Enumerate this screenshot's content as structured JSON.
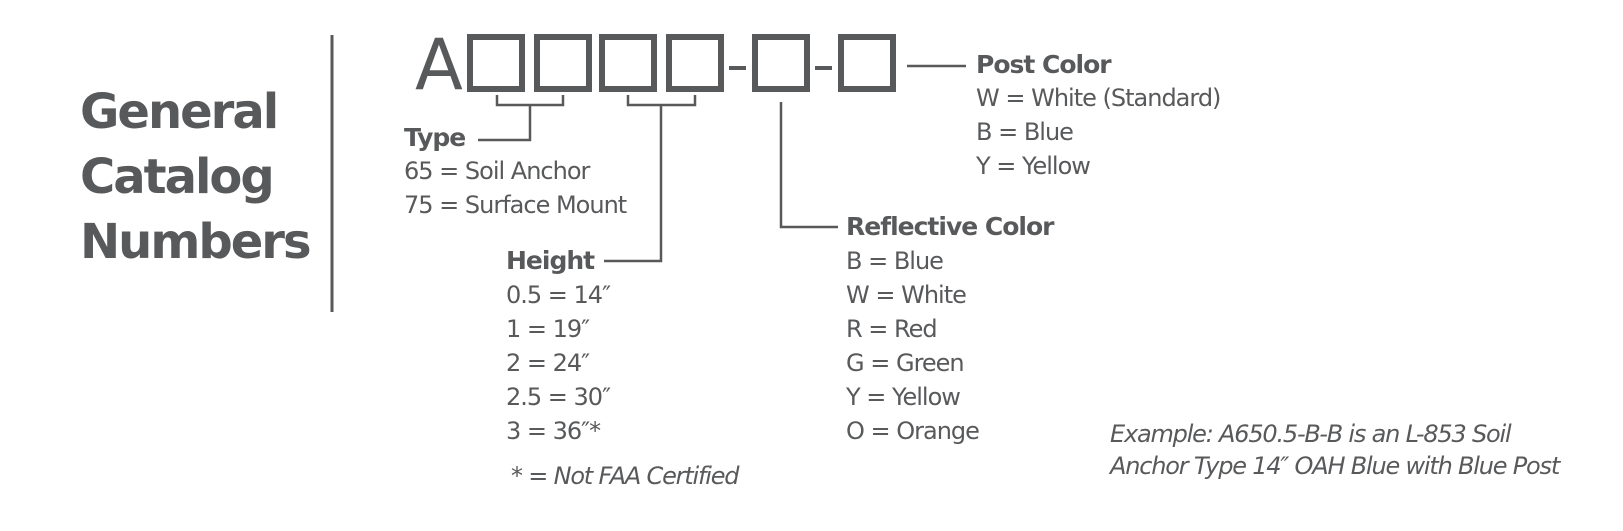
{
  "heading": {
    "line1": "General",
    "line2": "Catalog",
    "line3": "Numbers"
  },
  "catalog_number": {
    "prefix": "A",
    "separator": "-"
  },
  "type": {
    "label": "Type",
    "options": [
      "65 = Soil Anchor",
      "75 = Surface Mount"
    ]
  },
  "height": {
    "label": "Height",
    "options": [
      "0.5 = 14″",
      "1 = 19″",
      "2 = 24″",
      "2.5 = 30″",
      "3 = 36″*"
    ],
    "footnote": "* = Not FAA Certified"
  },
  "reflective_color": {
    "label": "Reflective Color",
    "options": [
      "B = Blue",
      "W = White",
      "R = Red",
      "G = Green",
      "Y = Yellow",
      "O = Orange"
    ]
  },
  "post_color": {
    "label": "Post Color",
    "options": [
      "W = White (Standard)",
      "B = Blue",
      "Y = Yellow"
    ]
  },
  "example": {
    "line1": "Example:  A650.5-B-B is an L-853 Soil",
    "line2": "Anchor Type 14″ OAH Blue with Blue Post"
  },
  "colors": {
    "ink": "#58595b"
  }
}
